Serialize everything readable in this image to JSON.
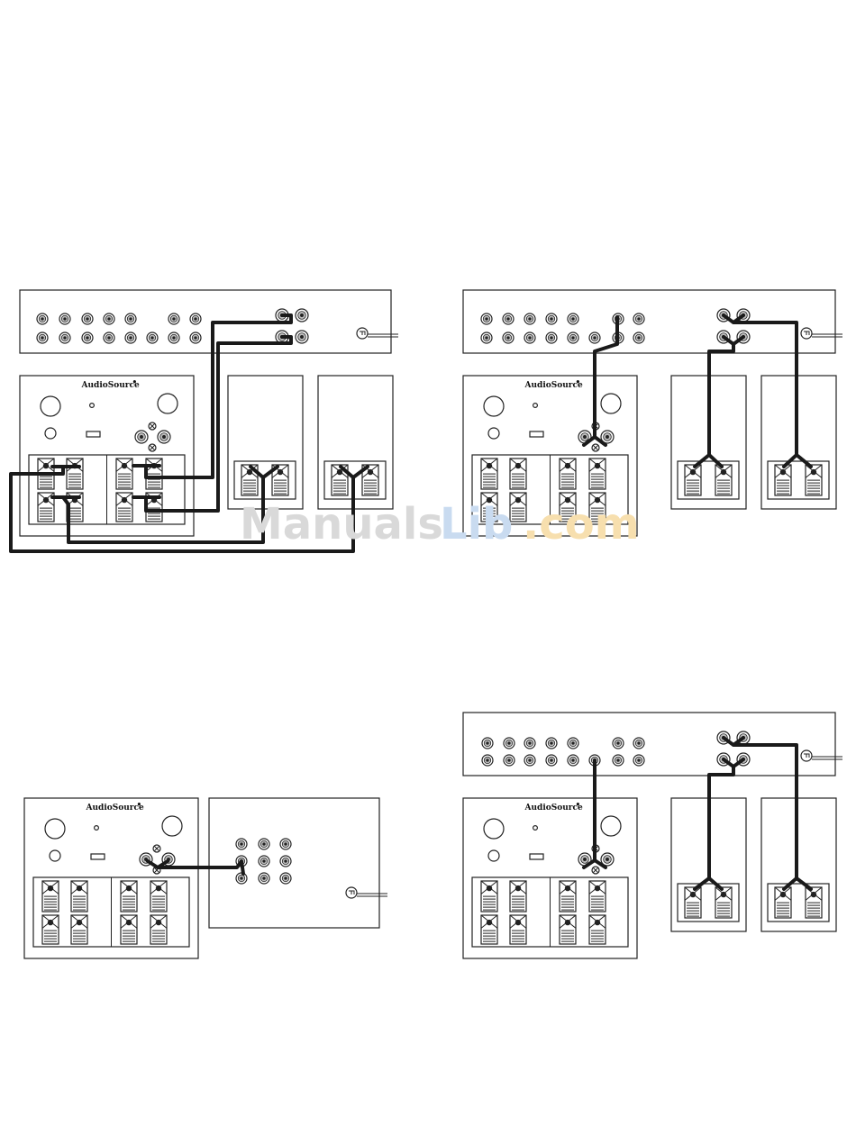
{
  "brand_label": "AudioSource",
  "brand_mark": "•",
  "watermark": {
    "part1": "Manuals",
    "part2": "Lib",
    "part3": ".com"
  },
  "panels": [
    {
      "name": "diagram-top-left",
      "description_visible": false
    },
    {
      "name": "diagram-top-right",
      "description_visible": false
    },
    {
      "name": "diagram-bottom-left",
      "description_visible": false
    },
    {
      "name": "diagram-bottom-right",
      "description_visible": false
    }
  ],
  "colors": {
    "line": "#222222",
    "wire": "#1a1a1a",
    "watermark_gray": "#d9d9d9",
    "watermark_blue": "#c9dbf0",
    "watermark_orange": "#f7dfae"
  }
}
